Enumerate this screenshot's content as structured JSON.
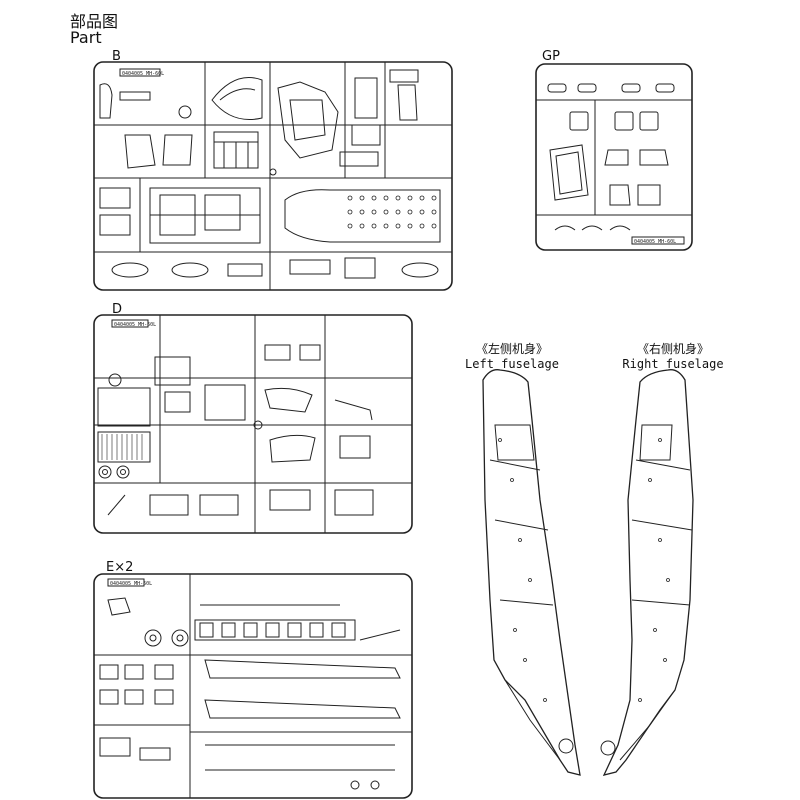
{
  "header": {
    "title_cn": "部品图",
    "title_en": "Part"
  },
  "sprues": {
    "B": {
      "label": "B",
      "code": "0404005 MH-60L"
    },
    "GP": {
      "label": "GP",
      "code": "0404005 MH-60L"
    },
    "D": {
      "label": "D",
      "code": "0404005 MH-60L"
    },
    "E": {
      "label": "E×2",
      "code": "0404005 MH-60L"
    }
  },
  "fuselage": {
    "left": {
      "label_cn": "《左侧机身》",
      "label_en": "Left fuselage"
    },
    "right": {
      "label_cn": "《右侧机身》",
      "label_en": "Right fuselage"
    }
  }
}
